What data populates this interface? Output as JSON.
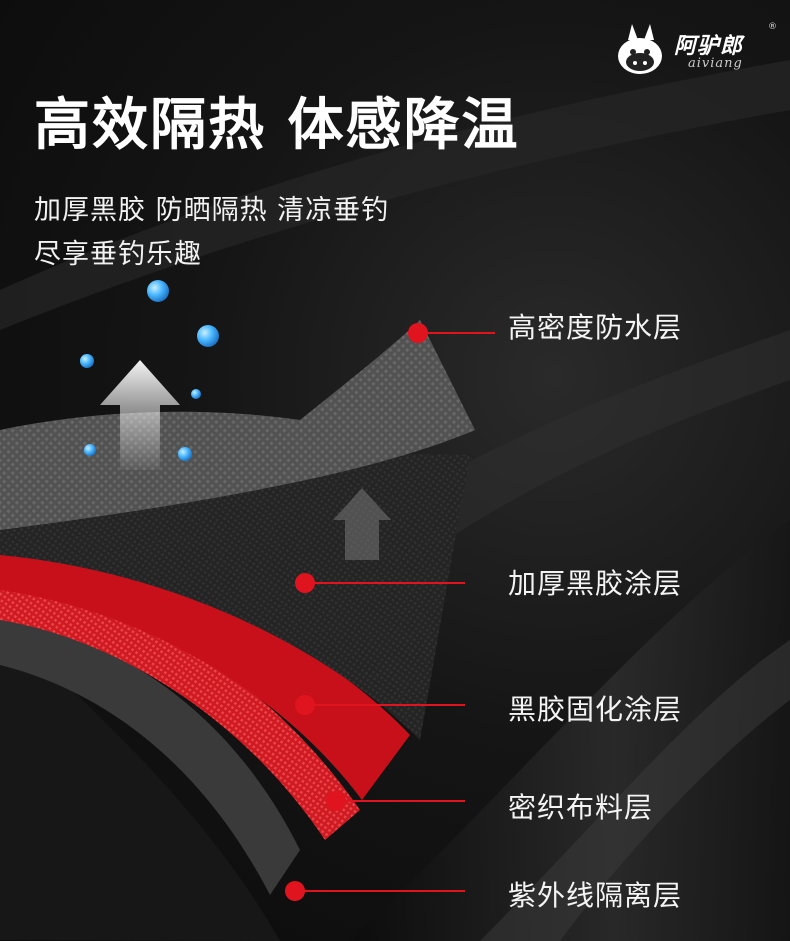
{
  "brand": {
    "name_cn": "阿驴郎",
    "name_en": "aiviang",
    "registered_mark": "®"
  },
  "headline": "高效隔热 体感降温",
  "subtitle": {
    "line1": "加厚黑胶 防晒隔热 清凉垂钓",
    "line2": "尽享垂钓乐趣"
  },
  "layers": [
    {
      "label": "高密度防水层"
    },
    {
      "label": "加厚黑胶涂层"
    },
    {
      "label": "黑胶固化涂层"
    },
    {
      "label": "密织布料层"
    },
    {
      "label": "紫外线隔离层"
    }
  ],
  "colors": {
    "marker_red": "#e0141e",
    "red_layer": "#c8101a",
    "background": "#111111",
    "droplet_blue": "#49b6ff"
  }
}
